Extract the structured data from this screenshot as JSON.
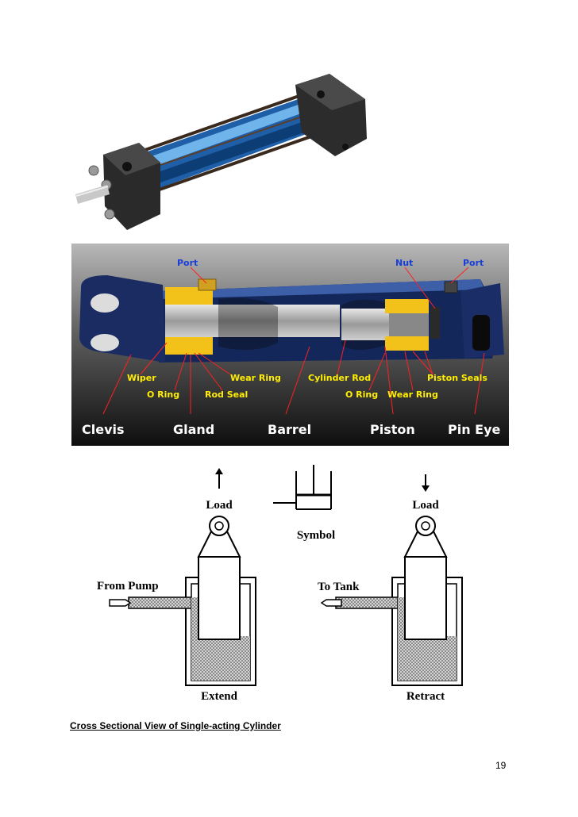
{
  "cutaway": {
    "top_labels": {
      "port_left": "Port",
      "nut": "Nut",
      "port_right": "Port"
    },
    "part_labels": {
      "wiper": "Wiper",
      "o_ring_left": "O Ring",
      "rod_seal": "Rod Seal",
      "wear_ring_left": "Wear Ring",
      "cylinder_rod": "Cylinder Rod",
      "o_ring_right": "O Ring",
      "wear_ring_right": "Wear Ring",
      "piston_seals": "Piston Seals"
    },
    "main_labels": {
      "clevis": "Clevis",
      "gland": "Gland",
      "barrel": "Barrel",
      "piston": "Piston",
      "pin_eye": "Pin Eye"
    }
  },
  "diagram": {
    "load_left": "Load",
    "load_right": "Load",
    "symbol": "Symbol",
    "from_pump": "From Pump",
    "to_tank": "To Tank",
    "extend": "Extend",
    "retract": "Retract"
  },
  "caption": "Cross Sectional View of Single-acting Cylinder",
  "page_number": "19",
  "colors": {
    "cylinder_blue": "#2f6fbf",
    "seal_yellow": "#f2c21b",
    "label_yellow": "#ffee00",
    "label_blue": "#1a3fd8"
  }
}
